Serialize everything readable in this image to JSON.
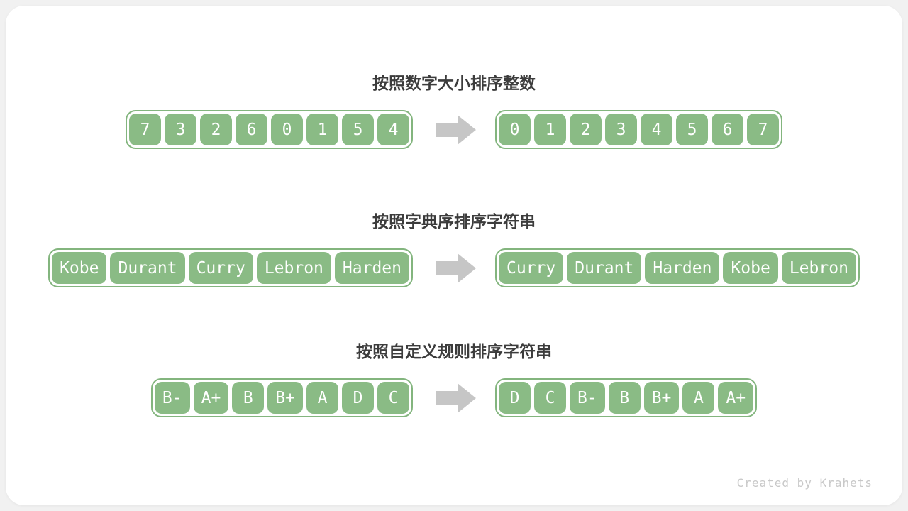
{
  "colors": {
    "page_bg": "#f1f1f1",
    "card_bg": "#ffffff",
    "cell_green": "#8abb85",
    "cell_text": "#ffffff",
    "container_border": "#83b57e",
    "arrow_gray": "#c6c6c6",
    "title_color": "#3c3c3c",
    "watermark_color": "#c8c8c8"
  },
  "arrow_icon": "block-arrow-right",
  "sections": [
    {
      "title": "按照数字大小排序整数",
      "unsorted": [
        "7",
        "3",
        "2",
        "6",
        "0",
        "1",
        "5",
        "4"
      ],
      "sorted": [
        "0",
        "1",
        "2",
        "3",
        "4",
        "5",
        "6",
        "7"
      ]
    },
    {
      "title": "按照字典序排序字符串",
      "unsorted": [
        "Kobe",
        "Durant",
        "Curry",
        "Lebron",
        "Harden"
      ],
      "sorted": [
        "Curry",
        "Durant",
        "Harden",
        "Kobe",
        "Lebron"
      ]
    },
    {
      "title": "按照自定义规则排序字符串",
      "unsorted": [
        "B-",
        "A+",
        "B",
        "B+",
        "A",
        "D",
        "C"
      ],
      "sorted": [
        "D",
        "C",
        "B-",
        "B",
        "B+",
        "A",
        "A+"
      ]
    }
  ],
  "watermark": "Created by Krahets"
}
